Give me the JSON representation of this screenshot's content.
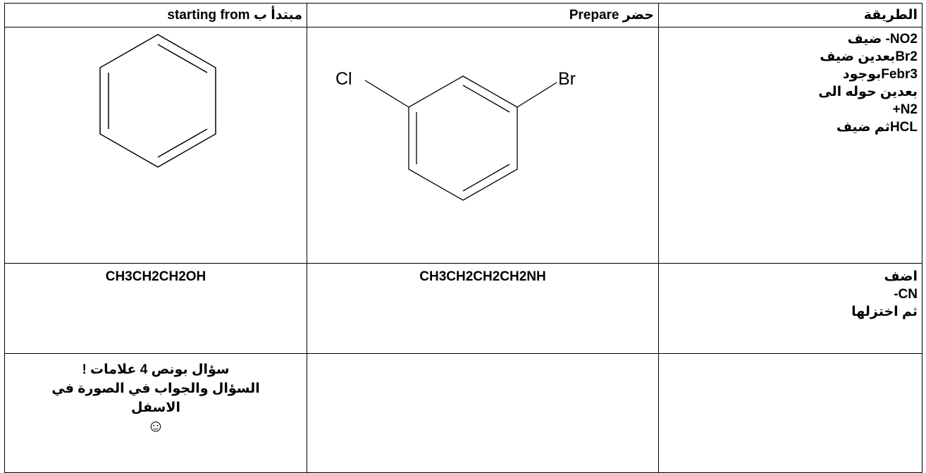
{
  "table": {
    "headers": {
      "starting_from": "starting from   مبتدأ ب",
      "prepare": "Prepare   حضر",
      "method": "الطريقة"
    },
    "row1": {
      "starting_material": "benzene-structure",
      "product": "1-bromo-3-chlorobenzene-structure",
      "product_labels": {
        "left": "Cl",
        "right": "Br"
      },
      "method_lines": [
        "NO2- ضيف",
        "Br2بعدين ضيف",
        "Febr3بوجود",
        "بعدين حوله الى",
        "N2+",
        "HCLثم ضيف"
      ]
    },
    "row2": {
      "starting_material": "CH3CH2CH2OH",
      "product": "CH3CH2CH2CH2NH",
      "method_lines": [
        "اضف",
        "CN-",
        "ثم اختزلها"
      ]
    },
    "row3": {
      "bonus_lines": [
        "سؤال بونص 4 علامات !",
        "السؤال والجواب في الصورة في",
        "الاسفل"
      ],
      "smiley": "☺"
    }
  }
}
